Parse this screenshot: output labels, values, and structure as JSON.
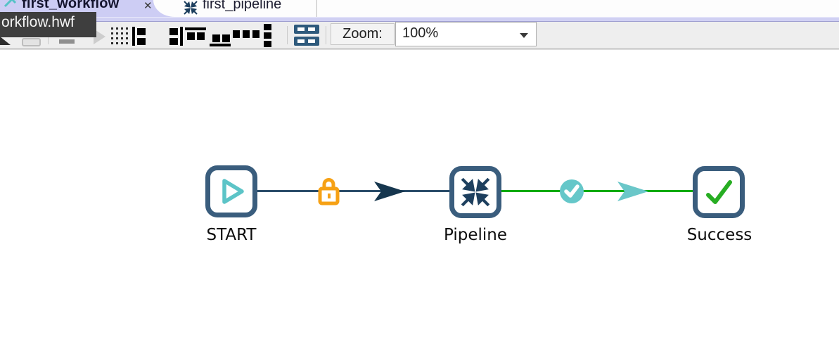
{
  "window": {
    "tabs": [
      {
        "label": "first_workflow",
        "selected": true,
        "close_label": "✕"
      },
      {
        "label": "first_pipeline",
        "selected": false
      }
    ]
  },
  "tooltip": {
    "text": "orkflow.hwf"
  },
  "toolbar": {
    "zoom_label": "Zoom:",
    "zoom_value": "100%",
    "icons": [
      "snap-to-grid",
      "align-left",
      "align-right",
      "align-top",
      "align-bottom",
      "distribute-horizontally",
      "distribute-vertically",
      "execution-results"
    ]
  },
  "canvas": {
    "nodes": [
      {
        "label": "START",
        "icon": "play-icon"
      },
      {
        "label": "Pipeline",
        "icon": "compress-arrows-icon"
      },
      {
        "label": "Success",
        "icon": "check-icon"
      }
    ],
    "hops": [
      {
        "from": "START",
        "to": "Pipeline",
        "icons": [
          "lock-icon",
          "arrow-icon"
        ]
      },
      {
        "from": "Pipeline",
        "to": "Success",
        "icons": [
          "checkmark-circle-icon",
          "arrow-icon"
        ]
      }
    ]
  },
  "colors": {
    "node_border": "#3a5d7d",
    "teal": "#5cc4c7",
    "green_line": "#0cab0c",
    "check_green": "#27ad22",
    "orange": "#f6a115",
    "hop1": "#2b4d6a",
    "arrow1": "#16364e",
    "tab_sel": "#cdcdf4",
    "tooltip_bg": "#3e3e3e",
    "toolbar_bg": "#eeeeee"
  }
}
